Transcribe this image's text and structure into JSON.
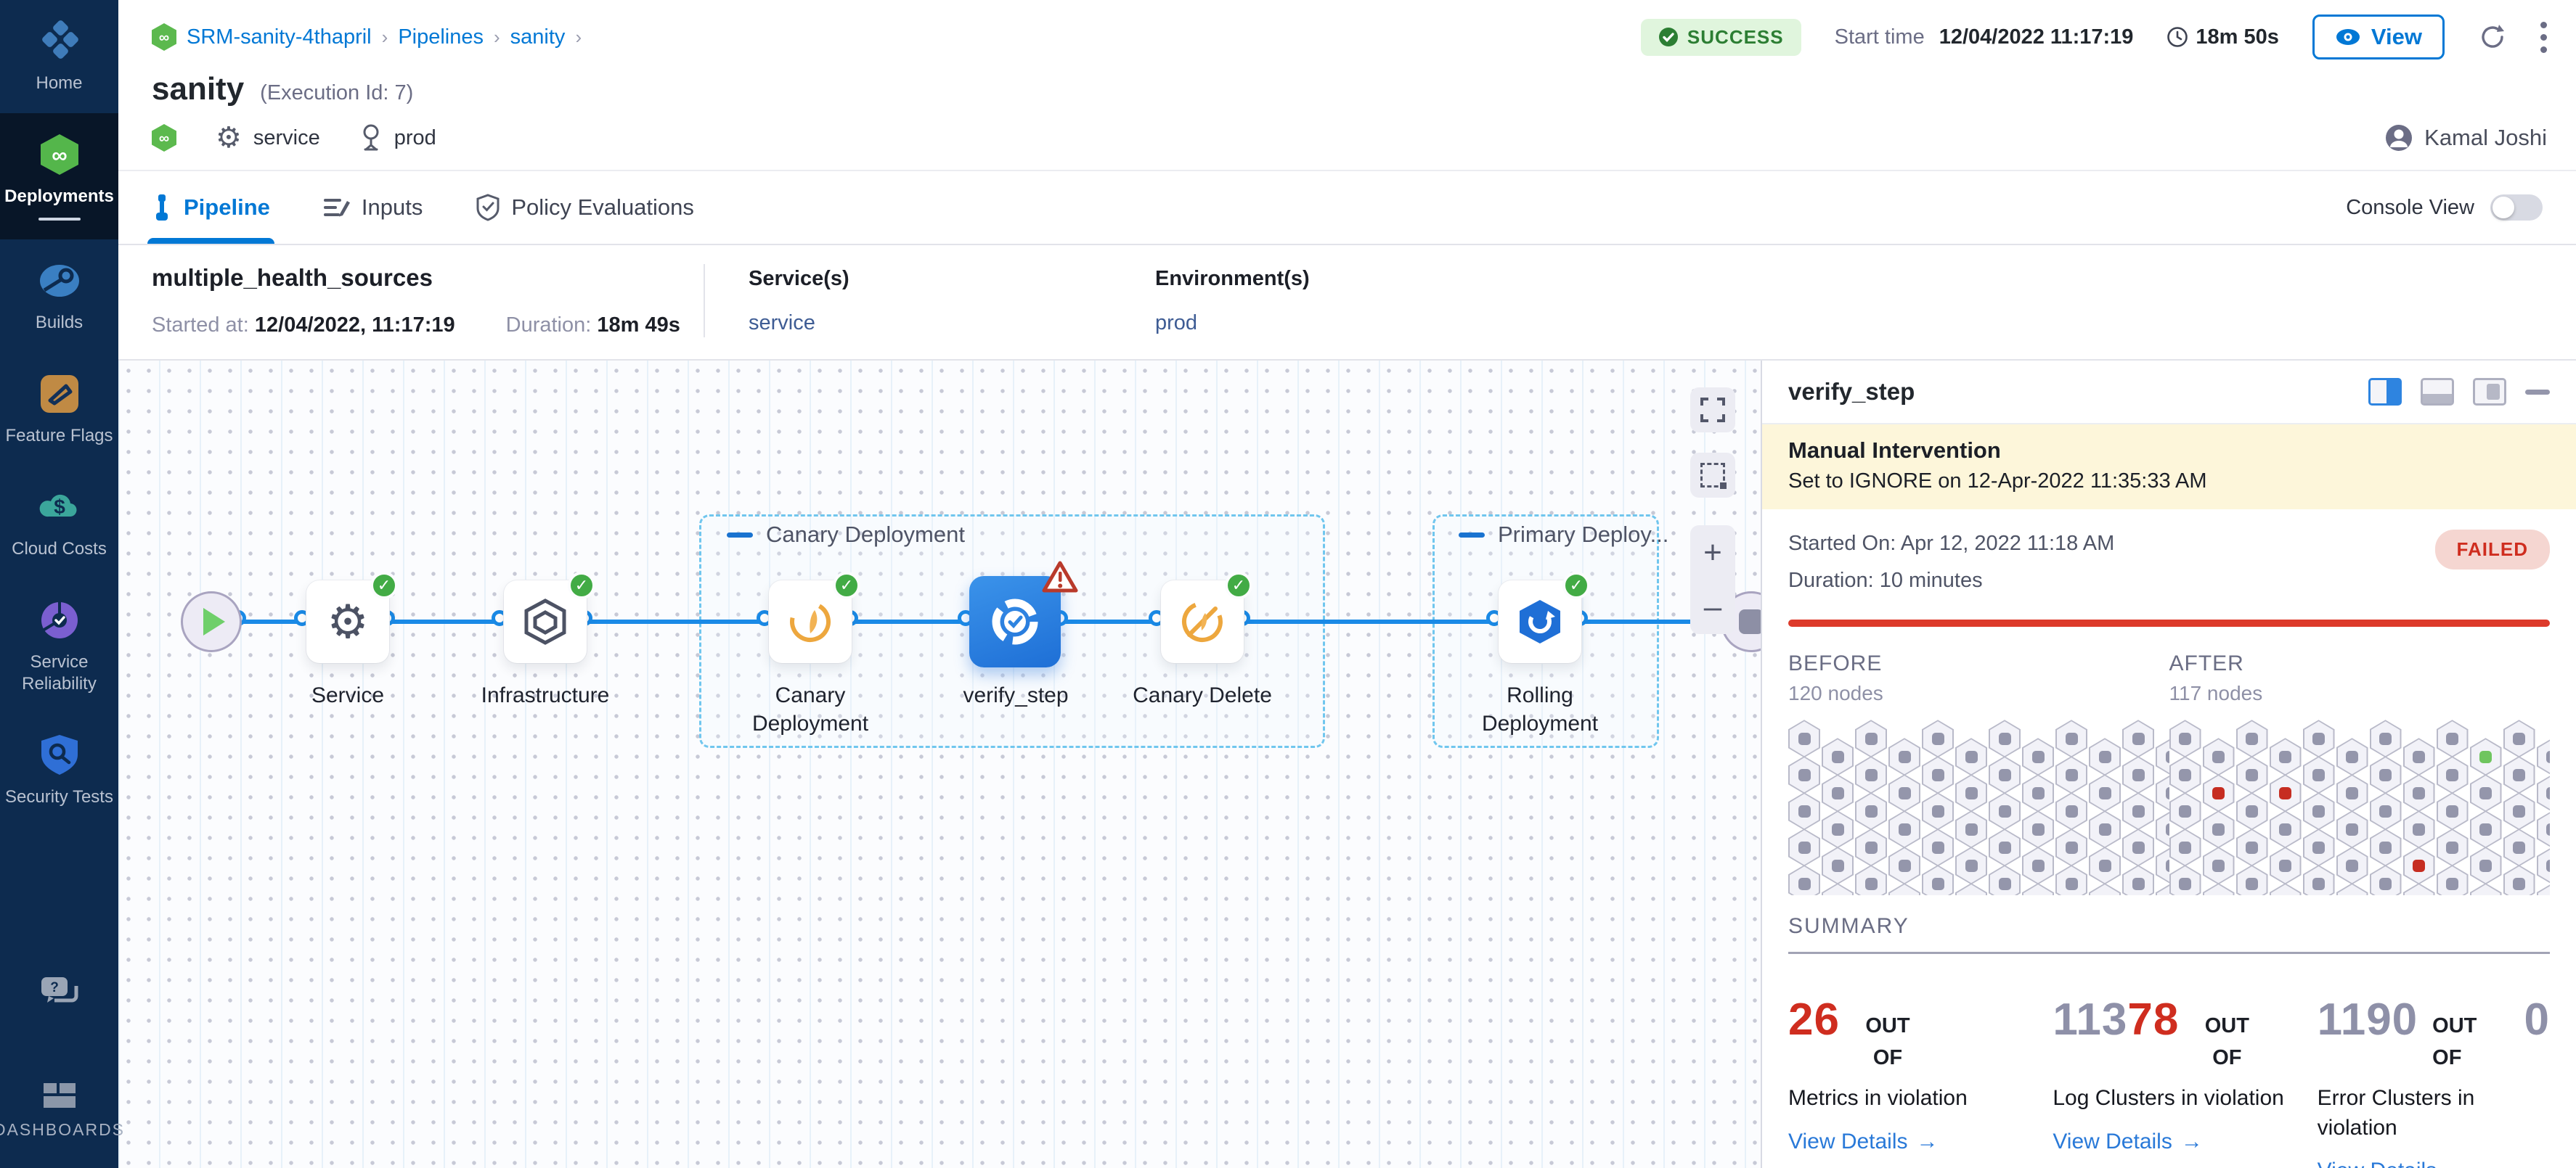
{
  "sidebar": {
    "items": [
      {
        "label": "Home",
        "icon": "home-icon",
        "active": false
      },
      {
        "label": "Deployments",
        "icon": "deployments-icon",
        "active": true
      },
      {
        "label": "Builds",
        "icon": "builds-icon",
        "active": false
      },
      {
        "label": "Feature Flags",
        "icon": "feature-flags-icon",
        "active": false
      },
      {
        "label": "Cloud Costs",
        "icon": "cloud-costs-icon",
        "active": false
      },
      {
        "label": "Service Reliability",
        "icon": "service-reliability-icon",
        "active": false
      },
      {
        "label": "Security Tests",
        "icon": "security-tests-icon",
        "active": false
      }
    ],
    "help_icon": "help-chat-icon",
    "dashboards": {
      "label": "DASHBOARDS",
      "icon": "dashboards-icon"
    }
  },
  "header": {
    "breadcrumb": [
      "SRM-sanity-4thapril",
      "Pipelines",
      "sanity"
    ],
    "status": "SUCCESS",
    "start_time_label": "Start time",
    "start_time": "12/04/2022 11:17:19",
    "duration": "18m 50s",
    "view_label": "View",
    "title": "sanity",
    "execution_id": "(Execution Id: 7)",
    "service_chip": "service",
    "environment_chip": "prod",
    "user": "Kamal Joshi"
  },
  "tabs": {
    "pipeline": "Pipeline",
    "inputs": "Inputs",
    "policy": "Policy Evaluations",
    "console_view": "Console View"
  },
  "stage": {
    "name": "multiple_health_sources",
    "started_label": "Started at:",
    "started": "12/04/2022, 11:17:19",
    "duration_label": "Duration:",
    "duration": "18m 49s",
    "services_label": "Service(s)",
    "service": "service",
    "environments_label": "Environment(s)",
    "environment": "prod"
  },
  "pipeline": {
    "groups": [
      {
        "label": "Canary Deployment"
      },
      {
        "label": "Primary Deploy..."
      }
    ],
    "nodes": [
      {
        "label": "Service",
        "status": "success"
      },
      {
        "label": "Infrastructure",
        "status": "success"
      },
      {
        "label": "Canary\nDeployment",
        "status": "success"
      },
      {
        "label": "verify_step",
        "status": "warning"
      },
      {
        "label": "Canary Delete",
        "status": "success"
      },
      {
        "label": "Rolling\nDeployment",
        "status": "success"
      }
    ]
  },
  "panel": {
    "title": "verify_step",
    "banner_title": "Manual Intervention",
    "banner_sub": "Set to IGNORE on 12-Apr-2022 11:35:33 AM",
    "started": "Started On: Apr 12, 2022 11:18 AM",
    "duration": "Duration: 10 minutes",
    "status": "FAILED",
    "before_label": "BEFORE",
    "before_nodes": "120 nodes",
    "after_label": "AFTER",
    "after_nodes": "117 nodes",
    "summary_label": "SUMMARY"
  },
  "hex_grids": {
    "cols": 12,
    "before": {
      "count": 120,
      "overrides": {}
    },
    "after": {
      "count": 117,
      "overrides": {
        "9": "green",
        "13": "red",
        "15": "red",
        "43": "red"
      }
    }
  },
  "summary_cards": [
    {
      "parts": [
        {
          "t": "26",
          "c": "red"
        }
      ],
      "out_of": "OUT OF",
      "total": "",
      "label": "Metrics in violation",
      "link": "View Details"
    },
    {
      "parts": [
        {
          "t": "113",
          "c": "gray"
        },
        {
          "t": "78",
          "c": "red"
        }
      ],
      "out_of": "OUT OF",
      "total": "",
      "label": "Log Clusters in violation",
      "link": "View Details"
    },
    {
      "parts": [
        {
          "t": "1190",
          "c": "gray"
        }
      ],
      "out_of": "OUT OF",
      "total": "0",
      "label": "Error Clusters in violation",
      "link": "View Details"
    }
  ],
  "colors": {
    "accent": "#0278d5",
    "connector": "#1a8ae6",
    "success": "#42ab45",
    "failed": "#cf2d1f",
    "sidebar_bg": "#0d2b4f",
    "banner_bg": "#fdf6da",
    "red_number": "#cf2d1f",
    "gray_number": "#8e90a8"
  }
}
